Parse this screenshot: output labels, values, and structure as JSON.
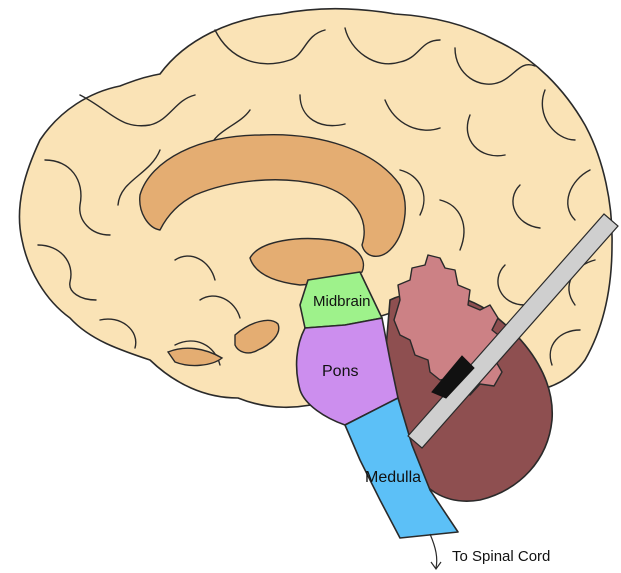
{
  "labels": {
    "midbrain": "Midbrain",
    "pons": "Pons",
    "medulla": "Medulla",
    "spinal_cord": "To Spinal Cord"
  },
  "colors": {
    "cortex": "#fae3b6",
    "corpus_callosum": "#e4ad72",
    "midbrain": "#9ef28b",
    "pons": "#cc8eee",
    "medulla": "#5cc0f7",
    "cerebellum": "#8e4f50",
    "arbor_vitae": "#cc8185",
    "outline": "#2a2a2a",
    "pointer": "#cfcfcf"
  }
}
